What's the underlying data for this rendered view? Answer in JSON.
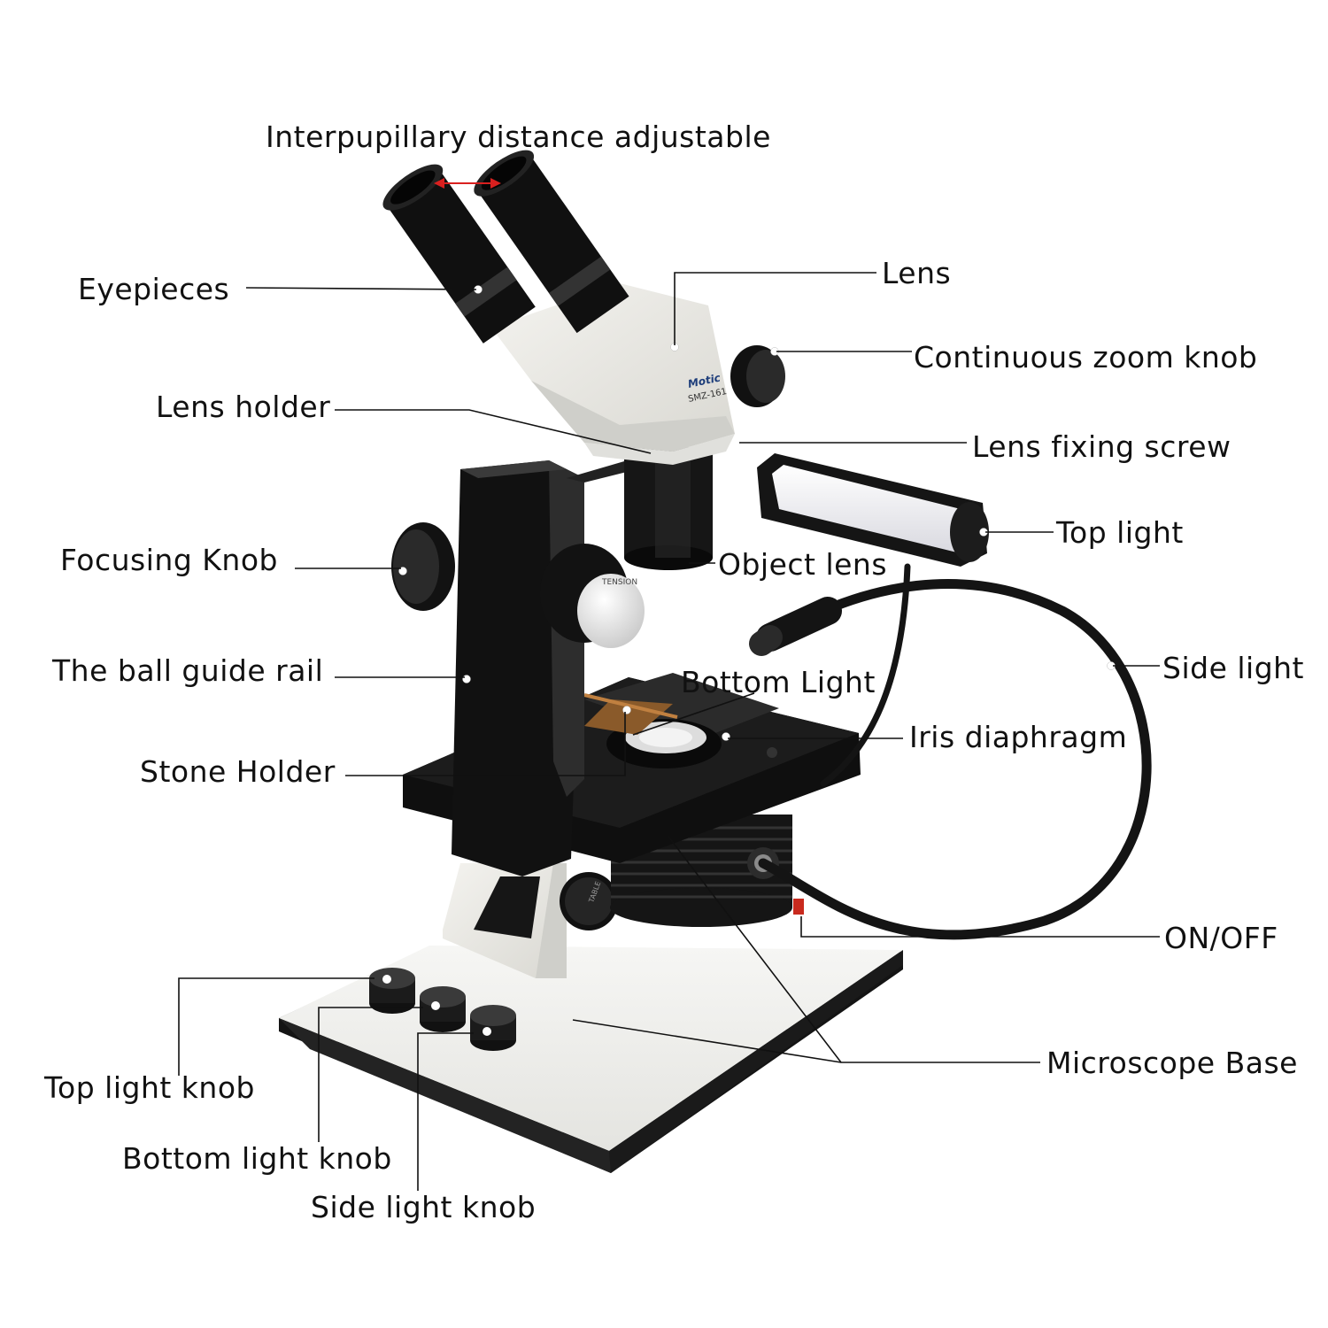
{
  "labels": {
    "interpupillary": "Interpupillary distance adjustable",
    "eyepieces": "Eyepieces",
    "lens": "Lens",
    "zoom_knob": "Continuous zoom knob",
    "lens_holder": "Lens holder",
    "lens_fixing_screw": "Lens fixing screw",
    "top_light": "Top light",
    "focusing_knob": "Focusing Knob",
    "object_lens": "Object lens",
    "side_light": "Side light",
    "ball_guide_rail": "The ball guide rail",
    "bottom_light": "Bottom Light",
    "iris_diaphragm": "Iris diaphragm",
    "stone_holder": "Stone Holder",
    "on_off": "ON/OFF",
    "top_light_knob": "Top light knob",
    "microscope_base": "Microscope Base",
    "bottom_light_knob": "Bottom light knob",
    "side_light_knob": "Side light knob"
  },
  "device": {
    "brand": "Motic",
    "model": "SMZ-161",
    "tension_mark": "TENSION",
    "table_mark": "TABLE"
  },
  "colors": {
    "body_black": "#141414",
    "body_white": "#ecebe6",
    "leader_line": "#111111",
    "arrow_red": "#d9201f",
    "lamp_face": "#e9e9ee"
  }
}
